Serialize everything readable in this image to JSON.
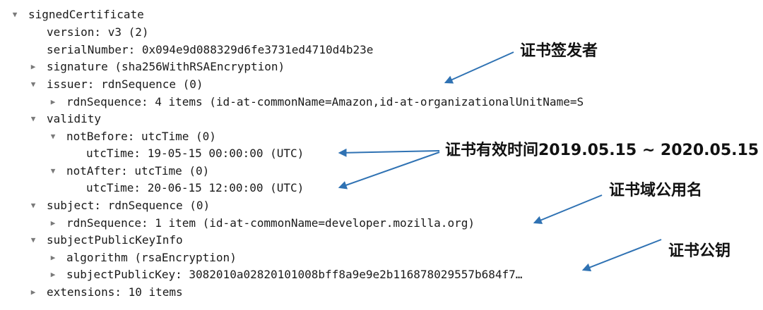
{
  "tree": {
    "signed_certificate": "signedCertificate",
    "version": "version: v3 (2)",
    "serial_number": "serialNumber: 0x094e9d088329d6fe3731ed4710d4b23e",
    "signature": "signature (sha256WithRSAEncryption)",
    "issuer": "issuer: rdnSequence (0)",
    "issuer_rdn": "rdnSequence: 4 items (id-at-commonName=Amazon,id-at-organizationalUnitName=S",
    "validity": "validity",
    "not_before": "notBefore: utcTime (0)",
    "not_before_time": "utcTime: 19-05-15 00:00:00 (UTC)",
    "not_after": "notAfter: utcTime (0)",
    "not_after_time": "utcTime: 20-06-15 12:00:00 (UTC)",
    "subject": "subject: rdnSequence (0)",
    "subject_rdn": "rdnSequence: 1 item (id-at-commonName=developer.mozilla.org)",
    "subject_public_key_info": "subjectPublicKeyInfo",
    "algorithm": "algorithm (rsaEncryption)",
    "subject_public_key": "subjectPublicKey: 3082010a02820101008bff8a9e9e2b116878029557b684f7…",
    "extensions": "extensions: 10 items"
  },
  "annotations": {
    "issuer": "证书签发者",
    "validity": "证书有效时间2019.05.15 ~ 2020.05.15",
    "subject": "证书域公用名",
    "public_key": "证书公钥"
  },
  "icons": {
    "expanded": "triangle-down-icon",
    "collapsed": "triangle-right-icon"
  },
  "colors": {
    "arrow": "#2f72b3",
    "text": "#1a1a1a",
    "twisty": "#7a7a7a"
  }
}
